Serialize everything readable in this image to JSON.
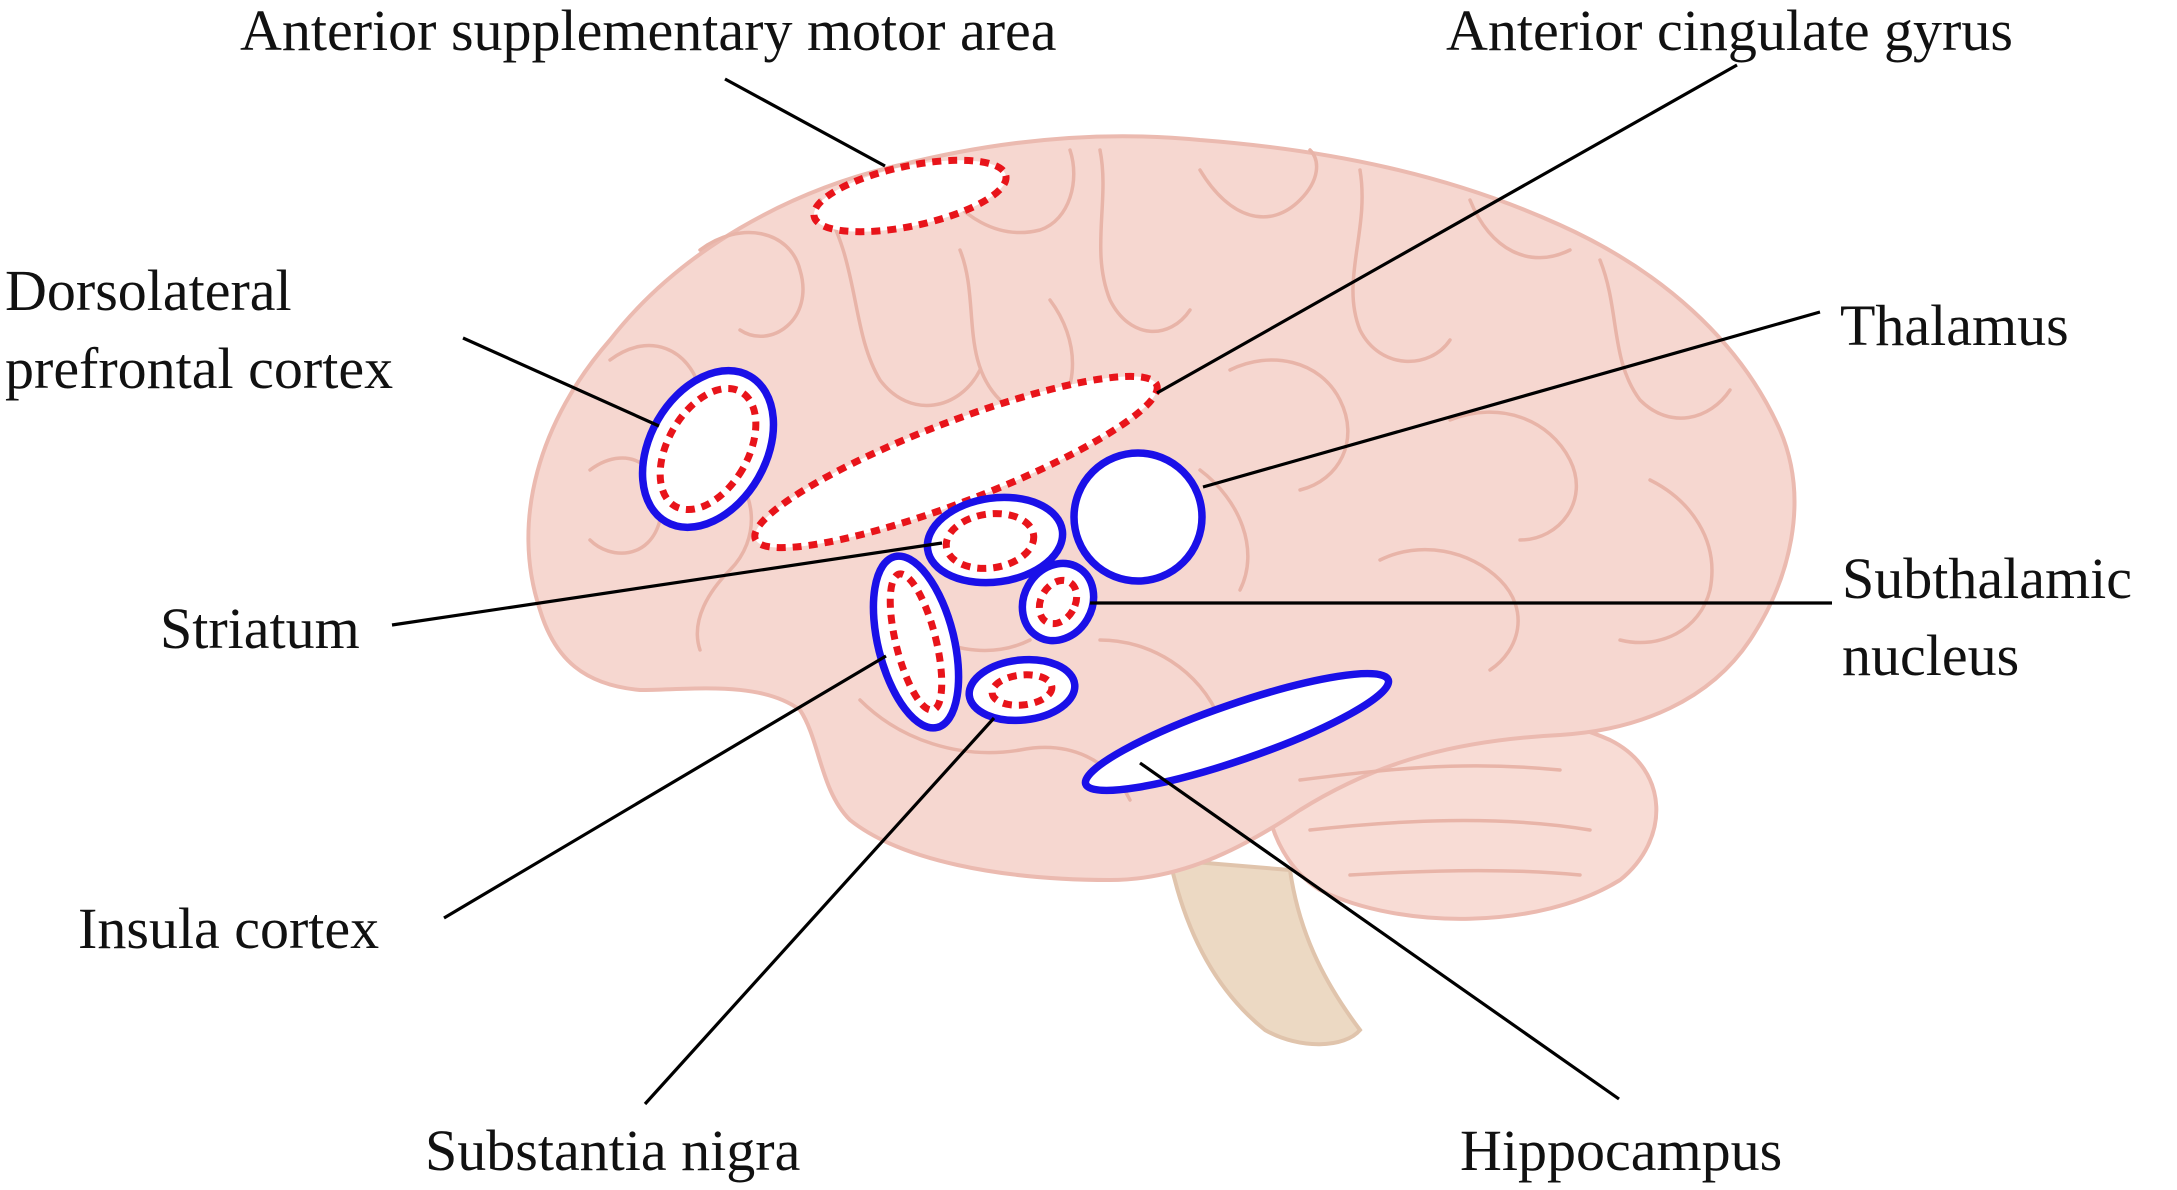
{
  "labels": {
    "anterior_sma": "Anterior supplementary motor area",
    "anterior_cingulate": "Anterior cingulate gyrus",
    "dlpfc_line1": "Dorsolateral",
    "dlpfc_line2": "prefrontal cortex",
    "thalamus": "Thalamus",
    "striatum": "Striatum",
    "subthalamic_line1": "Subthalamic",
    "subthalamic_line2": "nucleus",
    "insula": "Insula cortex",
    "substantia_nigra": "Substantia nigra",
    "hippocampus": "Hippocampus"
  },
  "colors": {
    "solid_outline": "#1a10e8",
    "dotted_outline": "#e8141a",
    "brain_fill": "#f6d7d0",
    "brain_gyri": "#e8b4a8",
    "brain_stem": "#ecd9c3"
  }
}
